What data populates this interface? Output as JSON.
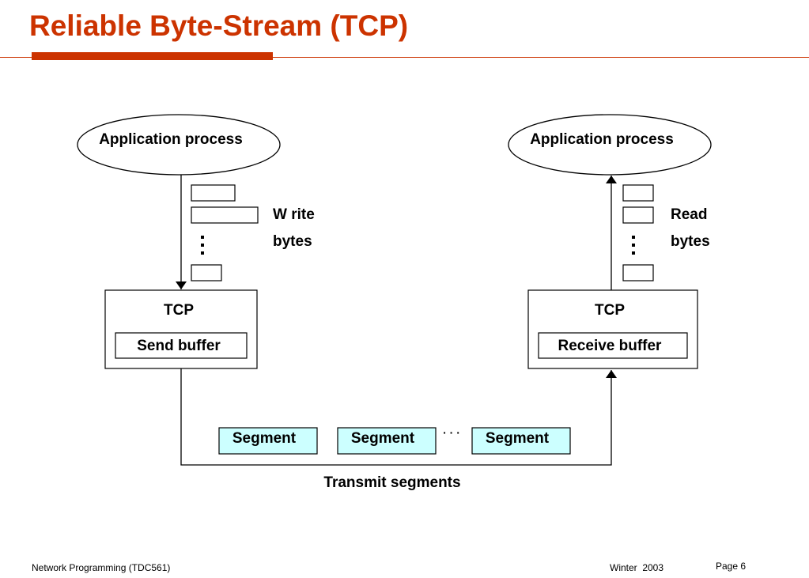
{
  "title": "Reliable Byte-Stream (TCP)",
  "colors": {
    "title": "#cc3300",
    "segment_fill": "#ccffff"
  },
  "diagram": {
    "sender": {
      "app_label": "Application process",
      "write_label_1": "W rite",
      "write_label_2": "bytes",
      "tcp_label": "TCP",
      "buffer_label": "Send buffer"
    },
    "receiver": {
      "app_label": "Application process",
      "read_label_1": "Read",
      "read_label_2": "bytes",
      "tcp_label": "TCP",
      "buffer_label": "Receive buffer"
    },
    "segments": [
      "Segment",
      "Segment",
      "Segment"
    ],
    "segment_ellipsis": "· · ·",
    "transmit_label": "Transmit segments"
  },
  "footer": {
    "left": "Network Programming (TDC561)",
    "middle": "Winter  2003",
    "right": "Page 6"
  }
}
